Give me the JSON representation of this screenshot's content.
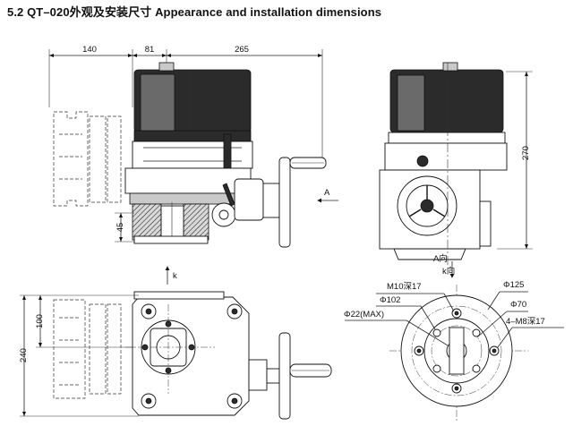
{
  "title": "5.2 QT–020外观及安装尺寸 Appearance and installation dimensions",
  "dimensions": {
    "d140": "140",
    "d81": "81",
    "d265": "265",
    "d45": "45",
    "d270": "270",
    "d100": "100",
    "d240": "240"
  },
  "labels": {
    "arrow_a": "A",
    "view_a": "A向",
    "arrow_k": "k",
    "view_k": "k向",
    "m10": "M10深17",
    "phi125": "Φ125",
    "phi102": "Φ102",
    "phi70": "Φ70",
    "phi22": "Φ22(MAX)",
    "m8": "4–M8深17"
  }
}
